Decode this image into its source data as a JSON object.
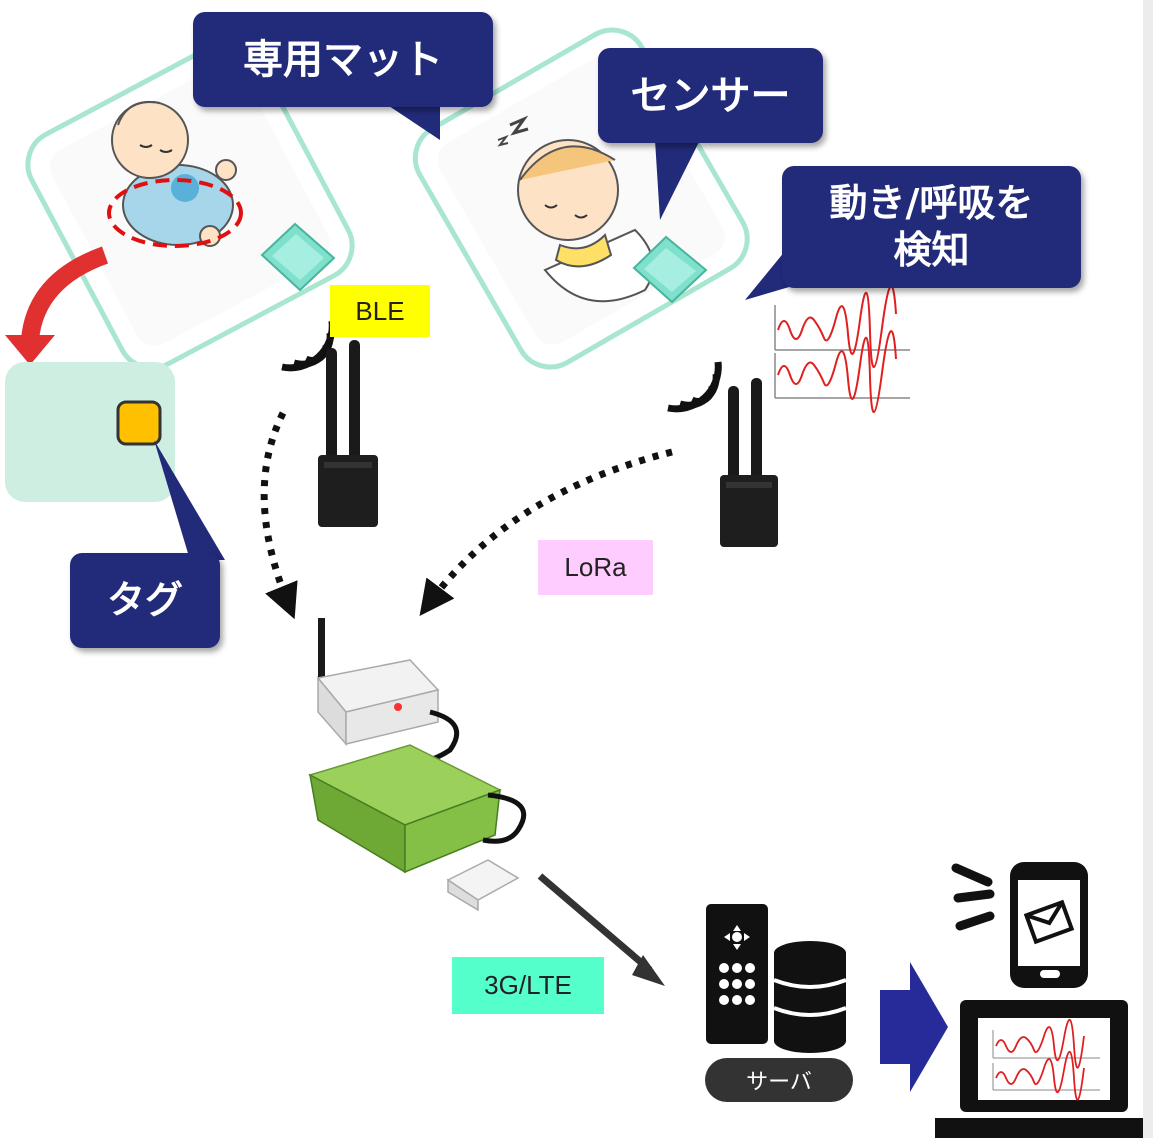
{
  "callouts": {
    "mat": "専用マット",
    "sensor": "センサー",
    "detect_line1": "動き/呼吸を",
    "detect_line2": "検知",
    "tag": "タグ"
  },
  "protocols": {
    "ble": "BLE",
    "lora": "LoRa",
    "cellular": "3G/LTE"
  },
  "labels": {
    "server": "サーバ"
  },
  "colors": {
    "callout_bg": "#222a7a",
    "mat_outline": "#a8e6cf",
    "sensor_cube": "#7fe0cc",
    "ble_bg": "#ffff00",
    "lora_bg": "#ffccff",
    "lte_bg": "#55ffcc",
    "tag_area": "#cdeee0",
    "tag_square": "#ffc000",
    "wave": "#e02020",
    "arrow_blue": "#262b99",
    "curved_arrow": "#e03030"
  },
  "icons": [
    "baby-icon",
    "sleeping-baby-icon",
    "antenna-device-icon",
    "gateway-icon",
    "router-icon",
    "server-icon",
    "smartphone-mail-icon",
    "laptop-icon",
    "wireless-signal-icon",
    "waveform-icon"
  ]
}
